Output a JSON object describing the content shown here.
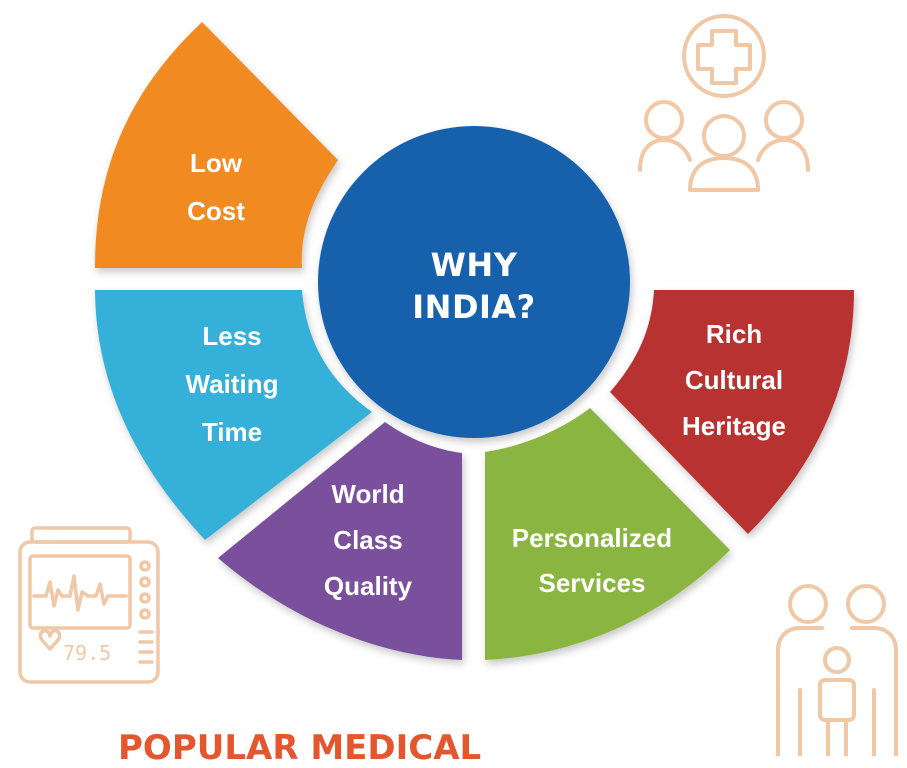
{
  "center": {
    "line1": "WHY",
    "line2": "INDIA?"
  },
  "segments": {
    "low_cost": {
      "lines": [
        "Low",
        "Cost"
      ],
      "color": "#f28a24"
    },
    "less_waiting": {
      "lines": [
        "Less",
        "Waiting",
        "Time"
      ],
      "color": "#35b0d8"
    },
    "world_class": {
      "lines": [
        "World",
        "Class",
        "Quality"
      ],
      "color": "#7a4f9c"
    },
    "personalized": {
      "lines": [
        "Personalized",
        "Services"
      ],
      "color": "#8ab541"
    },
    "cultural": {
      "lines": [
        "Rich",
        "Cultural",
        "Heritage"
      ],
      "color": "#b83232"
    }
  },
  "center_color": "#1261ac",
  "icon_color": "#f0c8a6",
  "icons": [
    "medical-team-icon",
    "heart-monitor-icon",
    "family-icon"
  ],
  "monitor_readout": "79.5",
  "bottom_heading": "POPULAR MEDICAL"
}
